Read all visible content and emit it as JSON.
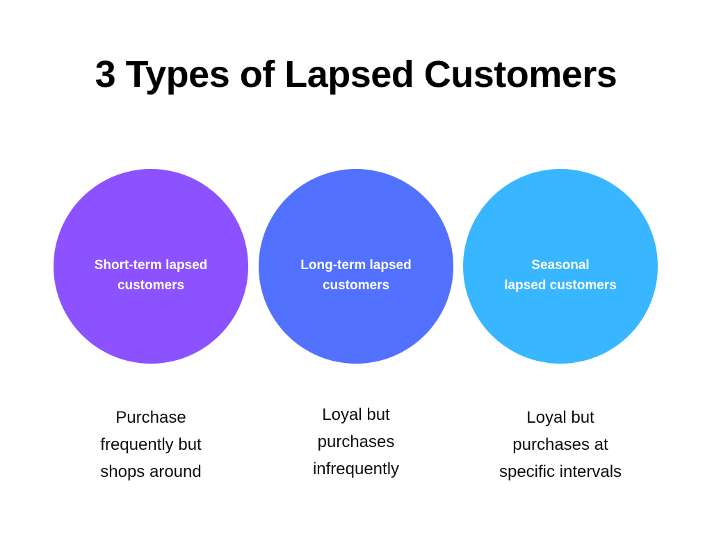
{
  "title": "3 Types of Lapsed Customers",
  "colors": {
    "background": "#ffffff",
    "title_text": "#000000",
    "circle_label_text": "#ffffff",
    "description_text": "#0d0d0d"
  },
  "circles": [
    {
      "id": "short-term-lapsed",
      "label": "Short-term lapsed\ncustomers",
      "color": "#8C52FF",
      "description": "Purchase\nfrequently but\nshops around"
    },
    {
      "id": "long-term-lapsed",
      "label": "Long-term lapsed\ncustomers",
      "color": "#5271FF",
      "description": "Loyal but\npurchases\ninfrequently"
    },
    {
      "id": "seasonal-lapsed",
      "label": "Seasonal\nlapsed customers",
      "color": "#38B6FF",
      "description": "Loyal but\npurchases at\nspecific intervals"
    }
  ]
}
